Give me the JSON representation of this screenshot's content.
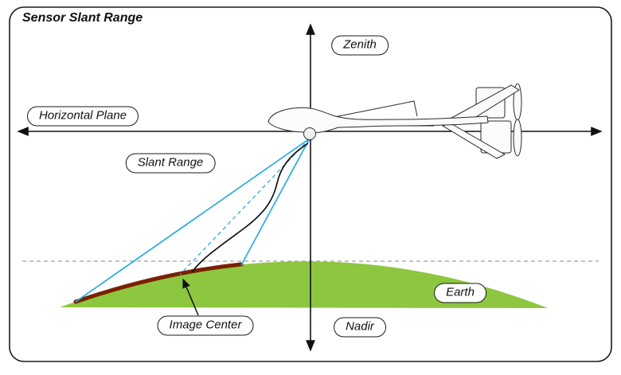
{
  "diagram": {
    "title": "Sensor Slant Range",
    "labels": {
      "zenith": "Zenith",
      "horizontal_plane": "Horizontal Plane",
      "slant_range": "Slant Range",
      "earth": "Earth",
      "image_center": "Image Center",
      "nadir": "Nadir"
    },
    "colors": {
      "earth_green": "#8dc63f",
      "swath_maroon": "#7a1f00",
      "ray_cyan": "#29abe2",
      "horizon_gray": "#a0a0a0",
      "ink_black": "#111111"
    }
  }
}
